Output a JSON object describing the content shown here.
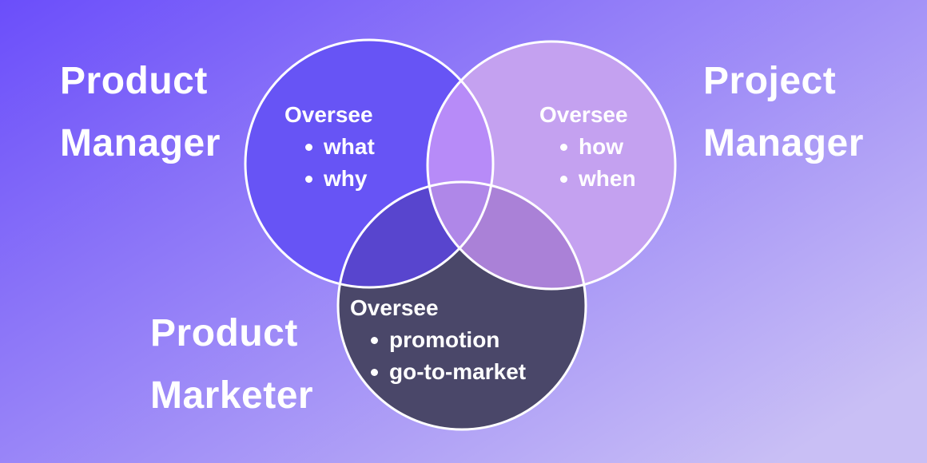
{
  "diagram": {
    "type": "venn-3-circle",
    "roles": {
      "product_manager": {
        "label_line1": "Product",
        "label_line2": "Manager",
        "heading": "Oversee",
        "items": [
          "what",
          "why"
        ]
      },
      "project_manager": {
        "label_line1": "Project",
        "label_line2": "Manager",
        "heading": "Oversee",
        "items": [
          "how",
          "when"
        ]
      },
      "product_marketer": {
        "label_line1": "Product",
        "label_line2": "Marketer",
        "heading": "Oversee",
        "items": [
          "promotion",
          "go-to-market"
        ]
      }
    }
  },
  "colors": {
    "background_start": "#6B4EFA",
    "background_end": "#C9BFF5",
    "product_manager_fill": "#6754F5",
    "project_manager_fill": "#C4A1F0",
    "product_marketer_fill": "#4A4769",
    "pm_project_overlap": "#B78BF8",
    "pm_marketer_overlap": "#5845CE",
    "project_marketer_overlap": "#AA81D7",
    "center_overlap": "#AF87E8",
    "outline": "#FFFFFF",
    "text": "#FFFFFF"
  }
}
